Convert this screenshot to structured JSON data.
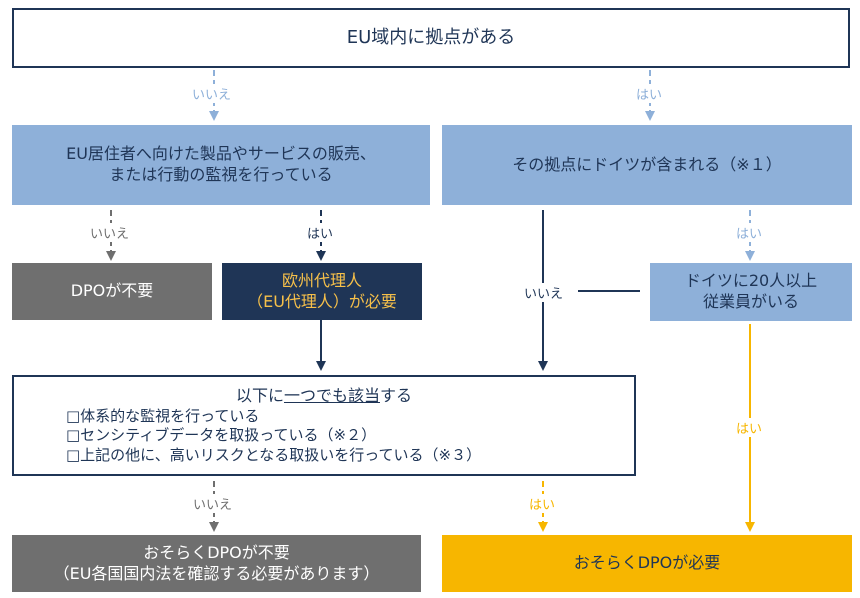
{
  "top": {
    "text": "EU域内に拠点がある"
  },
  "left_question": {
    "line1": "EU居住者へ向けた製品やサービスの販売、",
    "line2": "または行動の監視を行っている"
  },
  "right_question": {
    "text": "その拠点にドイツが含まれる（※１）"
  },
  "dpo_not_required": {
    "text": "DPOが不要"
  },
  "eu_rep": {
    "line1": "欧州代理人",
    "line2": "（EU代理人）が必要"
  },
  "germany_employees": {
    "line1": "ドイツに20人以上",
    "line2": "従業員がいる"
  },
  "conditions": {
    "title_prefix": "以下に",
    "title_underlined": "一つでも該当",
    "title_suffix": "する",
    "items": [
      "□体系的な監視を行っている",
      "□センシティブデータを取扱っている（※２）",
      "□上記の他に、高いリスクとなる取扱いを行っている（※３）"
    ]
  },
  "probably_not_required": {
    "line1": "おそらくDPOが不要",
    "line2": "（EU各国国内法を確認する必要があります）"
  },
  "probably_required": {
    "text": "おそらくDPOが必要"
  },
  "labels": {
    "no": "いいえ",
    "yes": "はい"
  },
  "colors": {
    "navy": "#1f3556",
    "light_blue": "#8eb0d9",
    "gray": "#6f6f6f",
    "yellow": "#f7b600",
    "gold_text": "#f6c04a"
  }
}
